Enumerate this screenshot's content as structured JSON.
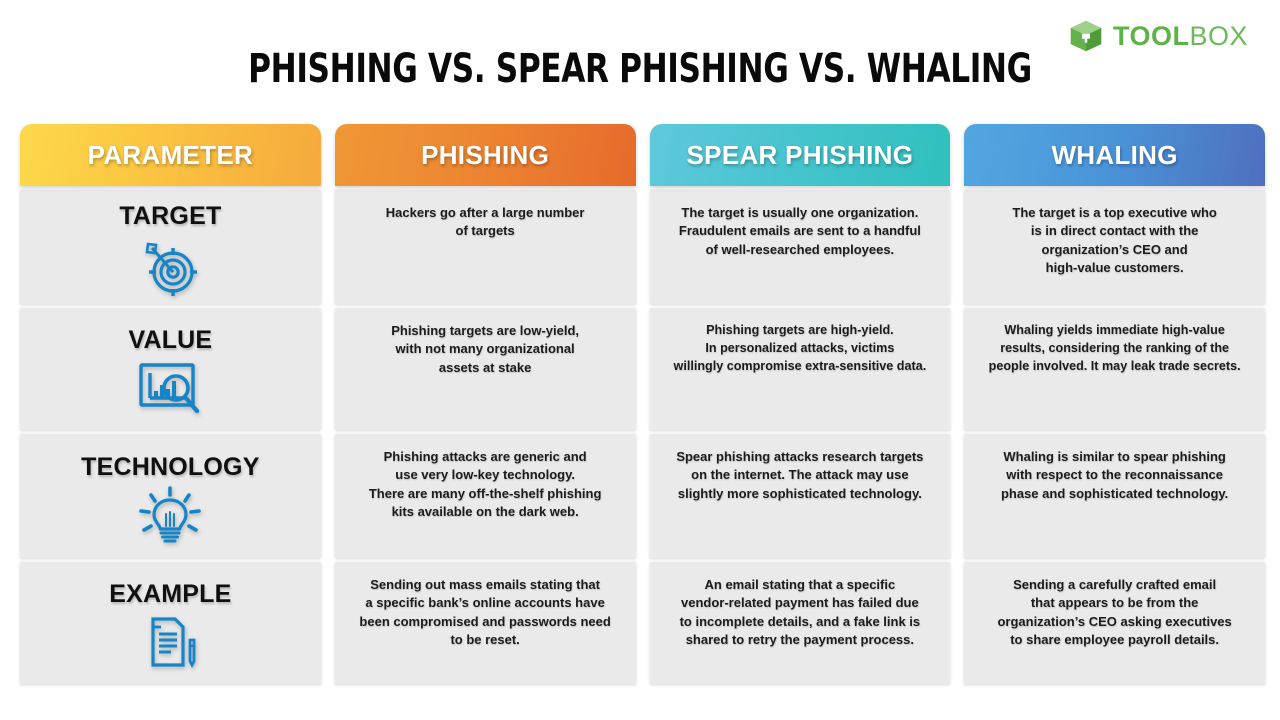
{
  "brand": {
    "logo_icon": "toolbox-cube-icon",
    "name_bold": "TOOL",
    "name_light": "BOX"
  },
  "page_title": "PHISHING VS. SPEAR PHISHING VS. WHALING",
  "colors": {
    "parameter_header": "#fbc742",
    "phishing_header": "#ec8431",
    "spear_header": "#45c4cd",
    "whaling_header": "#4a93d8",
    "cell_bg": "#eaeaea",
    "icon_blue": "#1585c8",
    "brand_green": "#5cb346",
    "title_black": "#0a0a0a"
  },
  "table": {
    "headers": [
      {
        "label": "PARAMETER",
        "key": "parameter"
      },
      {
        "label": "PHISHING",
        "key": "phishing"
      },
      {
        "label": "SPEAR PHISHING",
        "key": "spear_phishing"
      },
      {
        "label": "WHALING",
        "key": "whaling"
      }
    ],
    "rows": [
      {
        "parameter": "TARGET",
        "icon": "target-bullseye-arrow-icon",
        "phishing": "Hackers go after a large number\nof targets",
        "spear_phishing": "The target is usually one organization.\nFraudulent emails are sent to a handful\nof well-researched employees.",
        "whaling": "The target is a top executive who\nis in direct contact with the\norganization’s CEO and\nhigh-value customers."
      },
      {
        "parameter": "VALUE",
        "icon": "bar-chart-magnifier-icon",
        "phishing": "Phishing targets are low-yield,\nwith not many organizational\nassets at stake",
        "spear_phishing": "Phishing targets are high-yield.\nIn personalized attacks, victims\nwillingly compromise extra-sensitive data.",
        "whaling": "Whaling yields immediate high-value\nresults, considering the ranking of the\npeople involved. It may leak trade secrets."
      },
      {
        "parameter": "TECHNOLOGY",
        "icon": "lightbulb-icon",
        "phishing": "Phishing attacks are generic and\nuse very low-key technology.\nThere are many off-the-shelf phishing\nkits available on the dark web.",
        "spear_phishing": "Spear phishing attacks research targets\non the internet. The attack may use\nslightly more sophisticated technology.",
        "whaling": "Whaling is similar to spear phishing\nwith respect to the reconnaissance\nphase and sophisticated technology."
      },
      {
        "parameter": "EXAMPLE",
        "icon": "document-pen-icon",
        "phishing": "Sending out mass emails stating that\na specific bank’s online accounts have\nbeen compromised and passwords need\nto be reset.",
        "spear_phishing": "An email stating that a specific\nvendor-related payment has failed due\nto incomplete details, and a fake link is\nshared to retry the payment process.",
        "whaling": "Sending a carefully crafted email\nthat appears to be from the\norganization’s CEO asking executives\nto share employee payroll details."
      }
    ]
  }
}
